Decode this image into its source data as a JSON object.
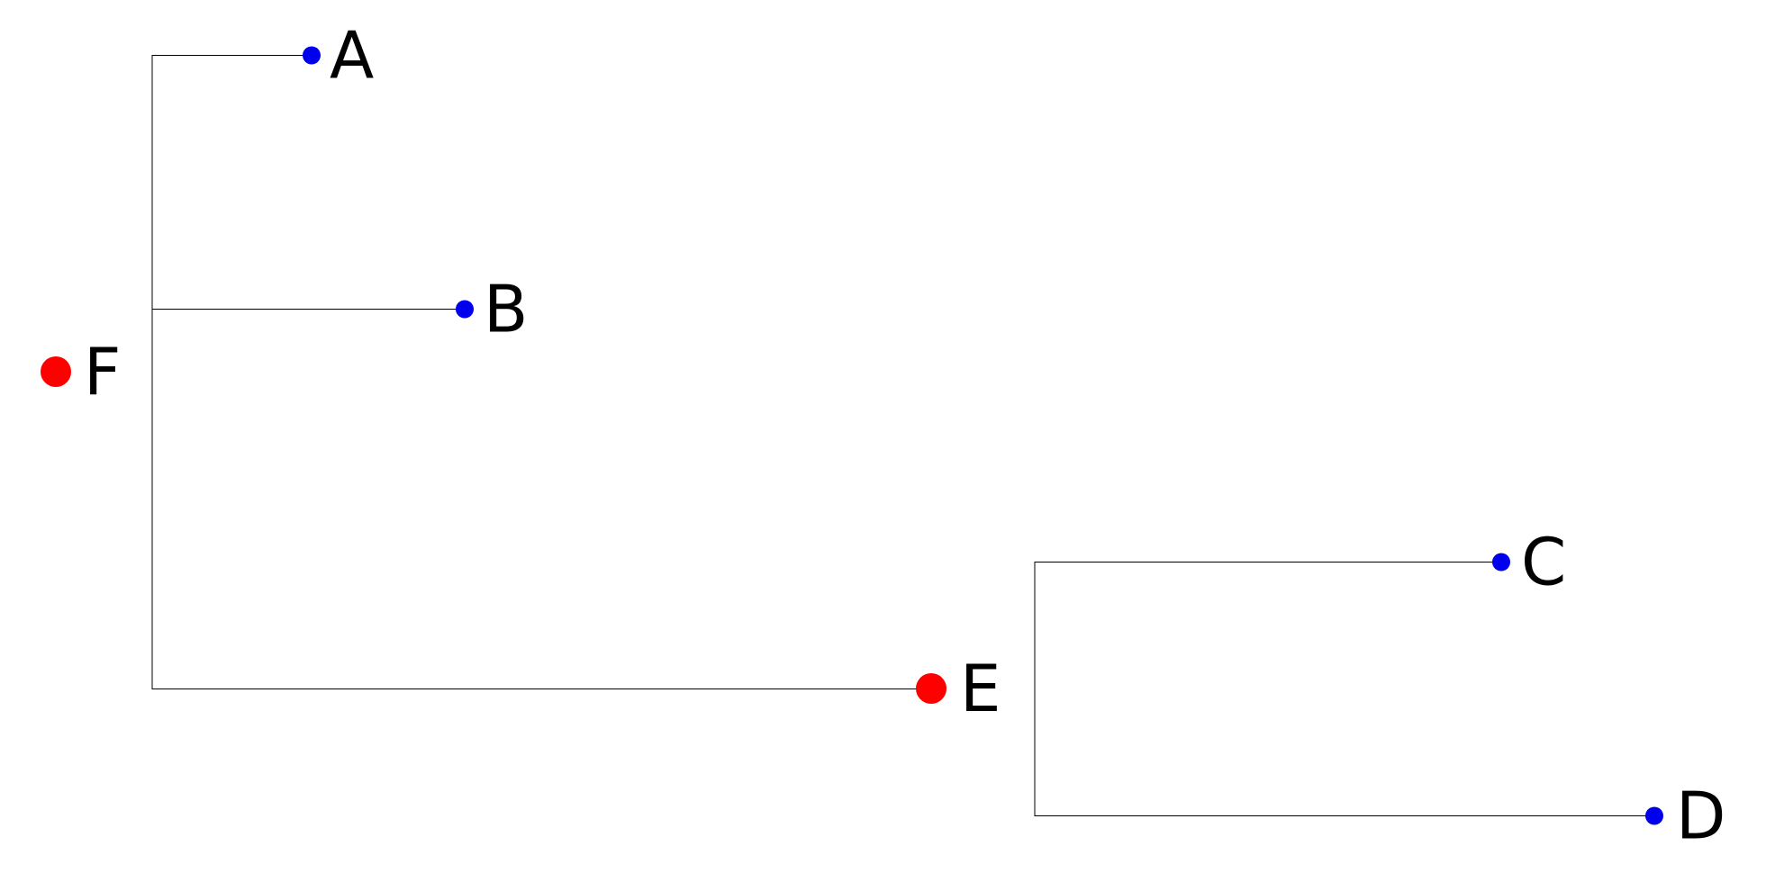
{
  "tree": {
    "internal_color": "#ff0000",
    "leaf_color": "#0000ee",
    "nodes": {
      "F": {
        "label": "F",
        "kind": "internal"
      },
      "E": {
        "label": "E",
        "kind": "internal"
      },
      "A": {
        "label": "A",
        "kind": "leaf"
      },
      "B": {
        "label": "B",
        "kind": "leaf"
      },
      "C": {
        "label": "C",
        "kind": "leaf"
      },
      "D": {
        "label": "D",
        "kind": "leaf"
      }
    },
    "edges": [
      {
        "parent": "F",
        "child": "A"
      },
      {
        "parent": "F",
        "child": "B"
      },
      {
        "parent": "F",
        "child": "E"
      },
      {
        "parent": "E",
        "child": "C"
      },
      {
        "parent": "E",
        "child": "D"
      }
    ]
  }
}
